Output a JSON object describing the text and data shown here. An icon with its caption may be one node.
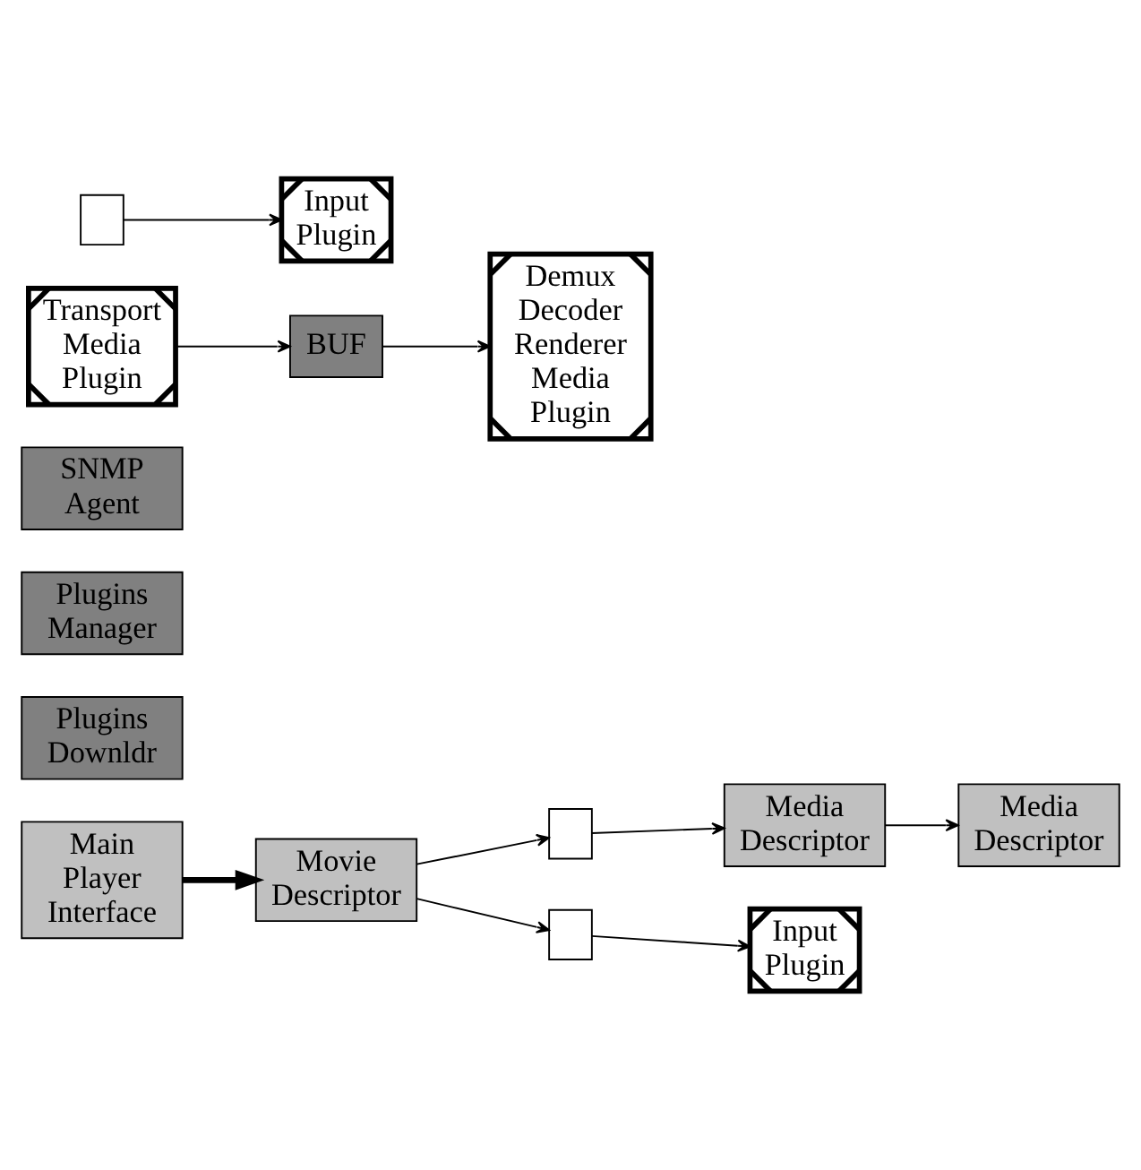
{
  "diagram": {
    "nodes": [
      {
        "text": [
          "SNMP Agent"
        ]
      },
      {
        "text": [
          "Plugins Manager"
        ]
      },
      {
        "text": [
          "Plugins Downldr"
        ]
      },
      {
        "text": [
          "Transport Media Plugin"
        ]
      },
      {
        "text": [
          "BUF"
        ]
      },
      {
        "text": [
          "Demux Decoder Renderer Media Plugin"
        ]
      },
      {
        "text": [
          "Media Descriptor"
        ]
      },
      {
        "text": [
          "Media Descriptor"
        ]
      },
      {
        "text": [],
        "shape": "box"
      },
      {
        "text": [
          "Main Player Interface"
        ]
      },
      {
        "text": [
          "Movie Descriptor"
        ]
      },
      {
        "text": [],
        "shape": "box"
      },
      {
        "text": [],
        "shape": "box"
      },
      {
        "text": [
          "Input Plugin"
        ]
      },
      {
        "text": [
          "Input Plugin"
        ]
      }
    ],
    "edges": [
      {
        "from": 3,
        "to": 4,
        "arrow": "to"
      },
      {
        "from": 4,
        "to": 5,
        "arrow": "to"
      },
      {
        "from": 6,
        "to": 7,
        "arrow": "to"
      },
      {
        "from": 8,
        "to": 6,
        "arrow": "to"
      },
      {
        "from": 10,
        "to": 8,
        "arrow": "to"
      },
      {
        "from": 9,
        "to": 10,
        "arrow": "to",
        "style": "thick"
      },
      {
        "from": 10,
        "to": 11,
        "arrow": "to"
      },
      {
        "from": 11,
        "to": 13,
        "arrow": "to"
      },
      {
        "from": 12,
        "to": 14,
        "arrow": "to"
      }
    ]
  }
}
